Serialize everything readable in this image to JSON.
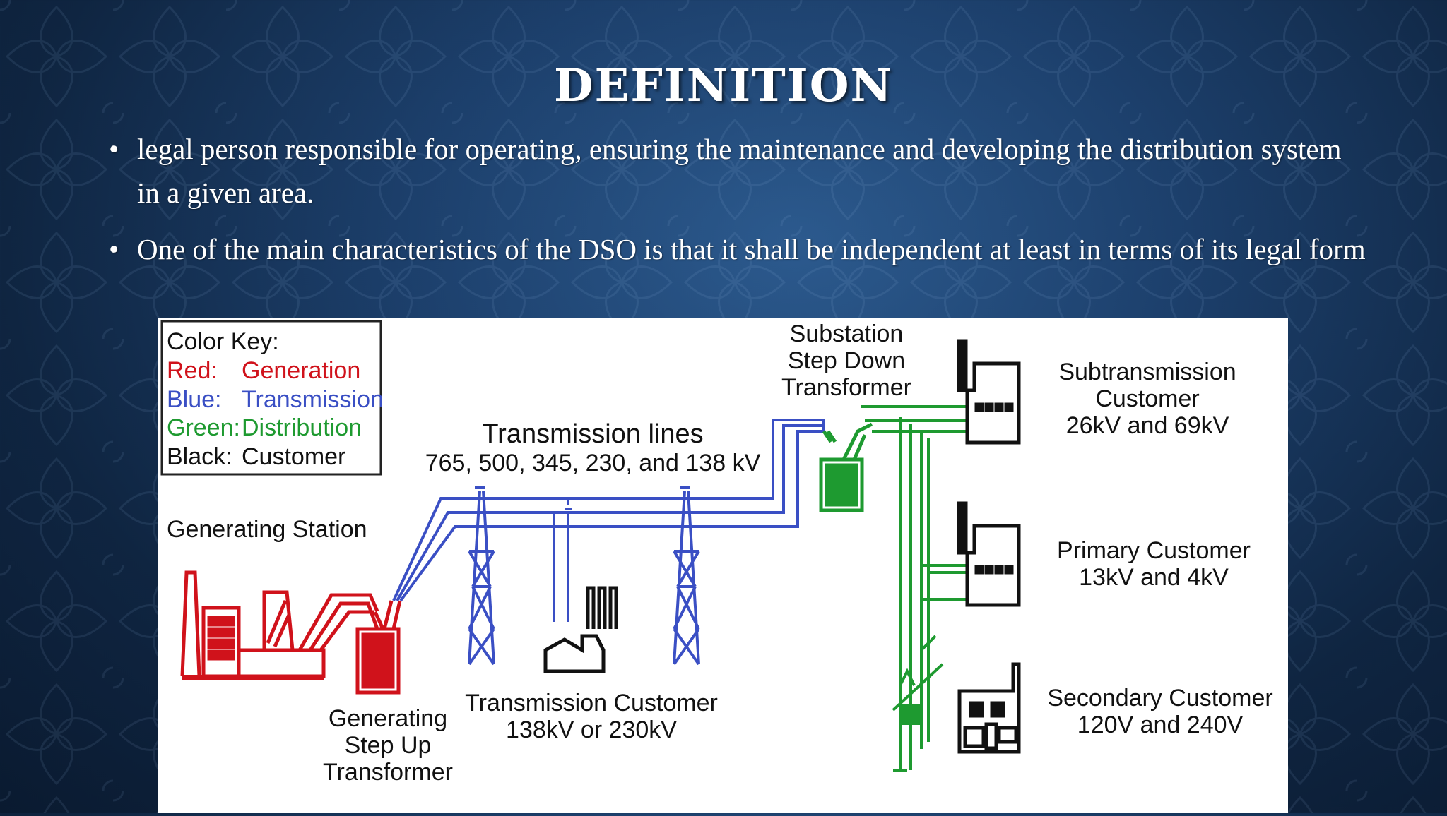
{
  "slide": {
    "title": "DEFINITION",
    "bullets": [
      " legal person responsible for operating, ensuring the maintenance  and developing the distribution system in a given area.",
      "One of the main characteristics of the DSO is that it shall be independent at least in terms of its legal form"
    ],
    "bullet_symbol": "•"
  },
  "diagram": {
    "color_key": {
      "title": "Color Key:",
      "rows": [
        {
          "key": "Red:",
          "value": "Generation",
          "color": "#d0121b"
        },
        {
          "key": "Blue:",
          "value": "Transmission",
          "color": "#3a4fc4"
        },
        {
          "key": "Green:",
          "value": "Distribution",
          "color": "#1e9a30"
        },
        {
          "key": "Black:",
          "value": "Customer",
          "color": "#111111"
        }
      ]
    },
    "labels": {
      "generating_station": "Generating Station",
      "step_up": [
        "Generating",
        "Step Up",
        "Transformer"
      ],
      "transmission_lines": "Transmission lines",
      "transmission_voltages": "765, 500, 345, 230, and 138 kV",
      "transmission_customer": [
        "Transmission Customer",
        "138kV or 230kV"
      ],
      "substation": [
        "Substation",
        "Step Down",
        "Transformer"
      ],
      "subtransmission_customer": [
        "Subtransmission",
        "Customer",
        "26kV and 69kV"
      ],
      "primary_customer": [
        "Primary Customer",
        "13kV and 4kV"
      ],
      "secondary_customer": [
        "Secondary Customer",
        "120V and 240V"
      ]
    }
  }
}
